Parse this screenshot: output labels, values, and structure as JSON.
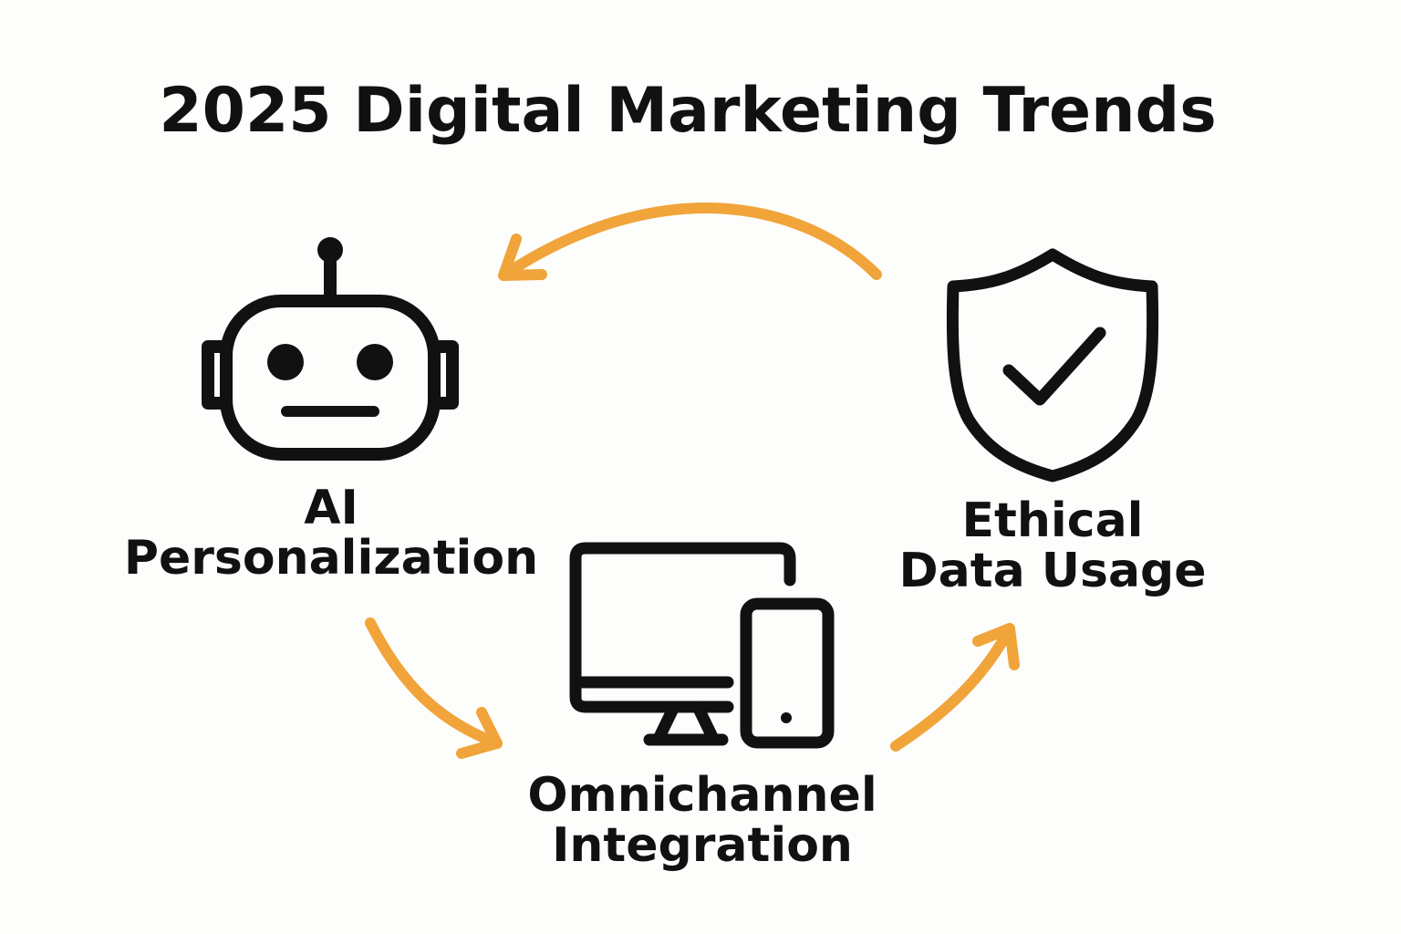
{
  "title": "2025 Digital Marketing Trends",
  "nodes": {
    "ai": {
      "line1": "AI",
      "line2": "Personalization",
      "icon": "robot-icon"
    },
    "ethical": {
      "line1": "Ethical",
      "line2": "Data Usage",
      "icon": "shield-check-icon"
    },
    "omnichannel": {
      "line1": "Omnichannel",
      "line2": "Integration",
      "icon": "devices-icon"
    }
  },
  "colors": {
    "arrow": "#f0a43a",
    "icon": "#111111",
    "background": "#fdfdfb"
  }
}
